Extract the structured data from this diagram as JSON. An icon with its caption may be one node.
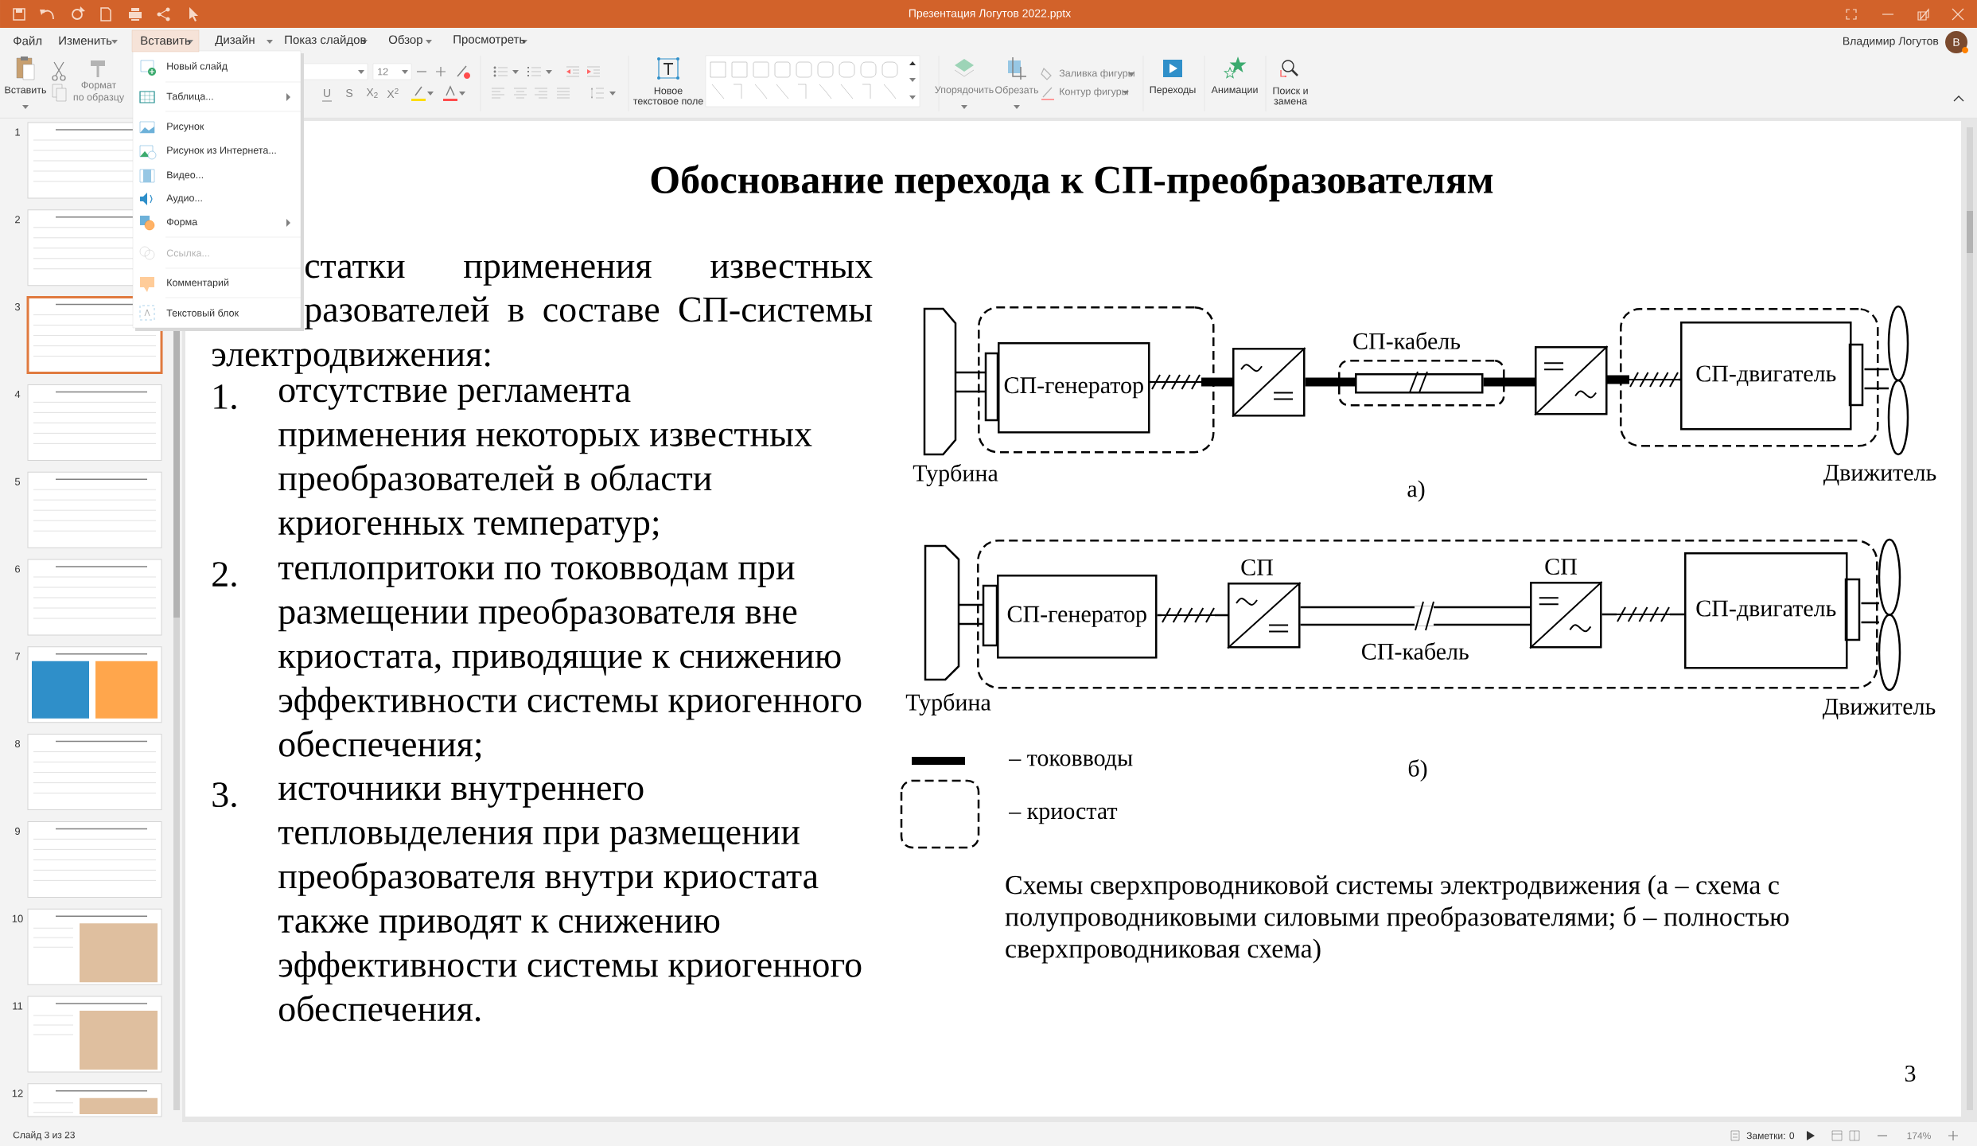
{
  "diagram": {
    "title": "Обоснование перехода к СП-преобразователям",
    "caption": "Схемы сверхпроводниковой системы электродвижения (а – схема с полупроводниковыми силовыми преобразователями; б – полностью сверхпроводниковая схема)",
    "nodes": [
      {
        "text": [],
        "shape": "picture",
        "beside": [
          "Турбина"
        ]
      },
      {
        "text": [],
        "shape": "box"
      },
      {
        "text": [
          "СП-генератор"
        ],
        "in": 1
      },
      {
        "text": [],
        "shape": "box"
      },
      {
        "text": [],
        "shape": "box"
      },
      {
        "text": [],
        "shape": "box",
        "in": 4,
        "beside": [
          "СП-кабель"
        ]
      },
      {
        "text": [],
        "shape": "box"
      },
      {
        "text": [],
        "shape": "box"
      },
      {
        "text": [
          "СП-двигатель"
        ],
        "in": 7
      },
      {
        "text": [
          "Движитель"
        ]
      },
      {
        "text": [],
        "shape": "picture",
        "beside": [
          "Турбина"
        ]
      },
      {
        "text": [],
        "shape": "box"
      },
      {
        "text": [
          "СП-генератор"
        ],
        "in": 11
      },
      {
        "text": [],
        "shape": "box",
        "in": 11,
        "beside": [
          "СП"
        ]
      },
      {
        "text": [],
        "shape": "box",
        "in": 11,
        "beside": [
          "СП"
        ]
      },
      {
        "text": [
          "СП-двигатель"
        ],
        "in": 11
      },
      {
        "text": [
          "Движитель"
        ]
      }
    ],
    "edges": [
      {
        "from": 0,
        "to": 2,
        "arrow": "none"
      },
      {
        "from": 2,
        "to": 3,
        "arrow": "none"
      },
      {
        "from": 3,
        "to": 5,
        "arrow": "none",
        "style": "thick"
      },
      {
        "from": 5,
        "to": 6,
        "arrow": "none",
        "style": "thick"
      },
      {
        "from": 6,
        "to": 8,
        "arrow": "none"
      },
      {
        "from": 8,
        "to": 9,
        "arrow": "none"
      },
      {
        "from": 10,
        "to": 12,
        "arrow": "none"
      },
      {
        "from": 12,
        "to": 13,
        "arrow": "none"
      },
      {
        "from": 13,
        "to": 14,
        "arrow": "none",
        "label": "СП-кабель"
      },
      {
        "from": 14,
        "to": 15,
        "arrow": "none"
      },
      {
        "from": 15,
        "to": 16,
        "arrow": "none"
      }
    ],
    "labels": [
      "Презентация Логутов 2022.pptx",
      "Файл",
      "Изменить",
      "Вставить",
      "Дизайн",
      "Показ слайдов",
      "Обзор",
      "Просмотреть",
      "Владимир Логутов",
      "В",
      "Вставить",
      "Формат",
      "по образцу",
      "12",
      "U",
      "S",
      "X$_{2}$",
      "X$^{2}$",
      "Новое",
      "текстовое поле",
      "Упорядочить",
      "Обрезать",
      "Заливка фигуры",
      "Контур фигуры",
      "Переходы",
      "Анимации",
      "Поиск и",
      "замена",
      "Новый слайд",
      "Таблица...",
      "Рисунок",
      "Рисунок из Интернета...",
      "Видео...",
      "Аудио...",
      "Форма",
      "Ссылка...",
      "Комментарий",
      "Текстовый блок",
      "1",
      "2",
      "3",
      "4",
      "5",
      "6",
      "7",
      "8",
      "9",
      "10",
      "11",
      "12",
      "Слайд 3 из 23",
      "Заметки: 0",
      "174%",
      "статки применения известных",
      "разователей в составе СП-системы",
      "электродвижения:",
      "1.",
      "отсутствие регламента применения некоторых известных преобразователей в области криогенных температур;",
      "2.",
      "теплопритоки по токовводам при размещении преобразователя вне криостата, приводящие к снижению эффективности системы криогенного обеспечения;",
      "3.",
      "источники внутреннего тепловыделения при размещении преобразователя внутри криостата также приводят к снижению эффективности системы криогенного обеспечения.",
      "а)",
      "б)",
      "3"
    ],
    "legend": [
      {
        "text": "– токовводы"
      },
      {
        "text": "– криостат"
      }
    ]
  }
}
